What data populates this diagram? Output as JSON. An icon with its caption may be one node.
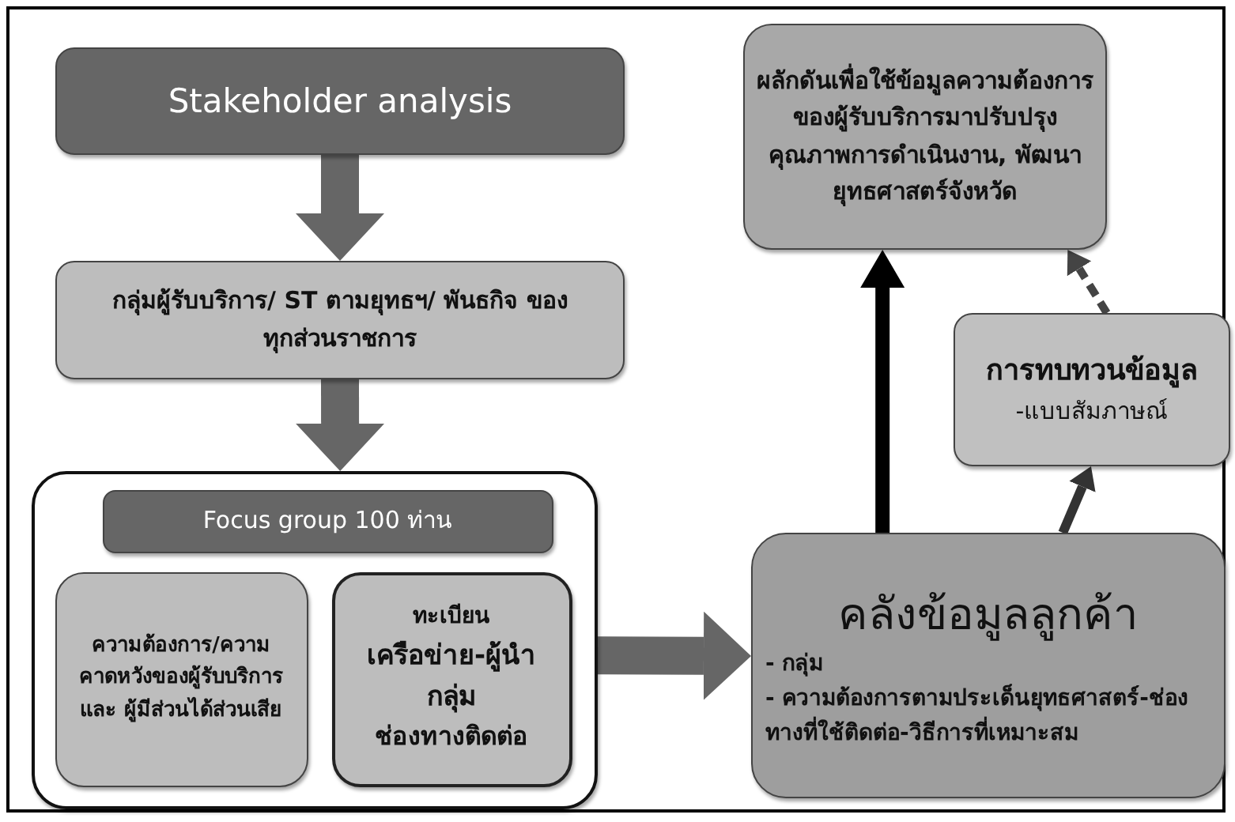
{
  "diagram": {
    "nodes": [
      {
        "text": [
          "Stakeholder analysis"
        ]
      },
      {
        "text": [
          "กลุ่มผู้รับบริการ/ ST ตามยุทธฯ/ พันธกิจ ของทุกส่วนราชการ"
        ]
      },
      {
        "text": [],
        "shape": "box"
      },
      {
        "text": [
          "Focus group 100 ท่าน"
        ],
        "in": 2
      },
      {
        "text": [
          "ความต้องการ/ความคาดหวังของผู้รับบริการและ ผู้มีส่วนได้ส่วนเสีย"
        ],
        "in": 2
      },
      {
        "text": [
          "ทะเบียน",
          "เครือข่าย-ผู้นำ",
          "กลุ่ม",
          "ช่องทางติดต่อ"
        ],
        "in": 2
      },
      {
        "text": [
          "คลังข้อมูลลูกค้า",
          "- กลุ่ม",
          "- ความต้องการตามประเด็นยุทธศาสตร์-ช่องทางที่ใช้ติดต่อ-วิธีการที่เหมาะสม"
        ]
      },
      {
        "text": [
          "การทบทวนข้อมูล",
          "-แบบสัมภาษณ์"
        ]
      },
      {
        "text": [
          "ผลักดันเพื่อใช้ข้อมูลความต้องการของผู้รับบริการมาปรับปรุงคุณภาพการดำเนินงาน, พัฒนายุทธศาสตร์จังหวัด"
        ]
      }
    ],
    "edges": [
      {
        "from": 0,
        "to": 1,
        "arrow": "to",
        "style": "thick"
      },
      {
        "from": 1,
        "to": 2,
        "arrow": "to",
        "style": "thick"
      },
      {
        "from": 2,
        "to": 6,
        "arrow": "to",
        "style": "thick"
      },
      {
        "from": 6,
        "to": 8,
        "arrow": "to",
        "color": "#000000"
      },
      {
        "from": 6,
        "to": 7,
        "arrow": "to",
        "color": "#333333"
      },
      {
        "from": 7,
        "to": 8,
        "arrow": "to",
        "style": "dashed",
        "color": "#444444"
      }
    ]
  }
}
